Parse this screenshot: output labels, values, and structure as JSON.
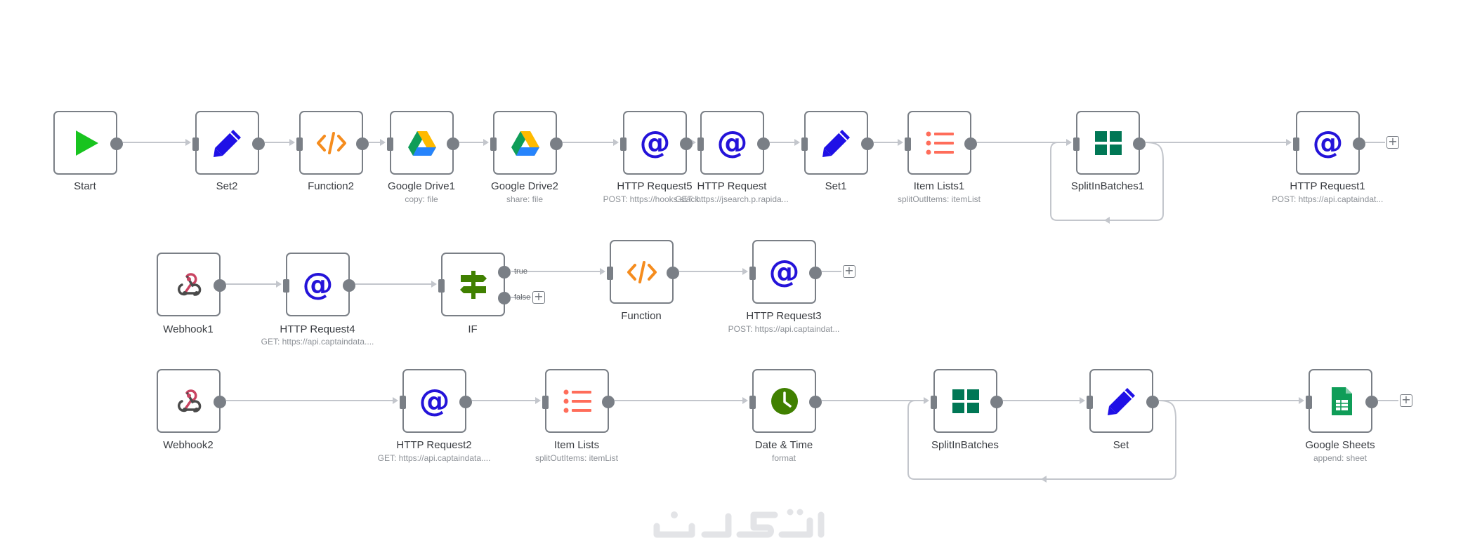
{
  "rows": [
    {
      "nodes": [
        {
          "id": "start",
          "label": "Start",
          "sub": "",
          "icon": "play-icon",
          "color": "#18c41f"
        },
        {
          "id": "set2",
          "label": "Set2",
          "sub": "",
          "icon": "pencil-icon",
          "color": "#1f10e6"
        },
        {
          "id": "function2",
          "label": "Function2",
          "sub": "",
          "icon": "code-icon",
          "color": "#f58c1e"
        },
        {
          "id": "gdrive1",
          "label": "Google Drive1",
          "sub": "copy: file",
          "icon": "google-drive-icon",
          "color": "#2684fc"
        },
        {
          "id": "gdrive2",
          "label": "Google Drive2",
          "sub": "share: file",
          "icon": "google-drive-icon",
          "color": "#2684fc"
        },
        {
          "id": "http5",
          "label": "HTTP Request5",
          "sub": "POST: https://hooks.slack...",
          "icon": "at-icon",
          "color": "#2413d9"
        },
        {
          "id": "http",
          "label": "HTTP Request",
          "sub": "GET: https://jsearch.p.rapida...",
          "icon": "at-icon",
          "color": "#2413d9"
        },
        {
          "id": "set1",
          "label": "Set1",
          "sub": "",
          "icon": "pencil-icon",
          "color": "#1f10e6"
        },
        {
          "id": "itemlists1",
          "label": "Item Lists1",
          "sub": "splitOutItems: itemList",
          "icon": "list-icon",
          "color": "#ff6d5a"
        },
        {
          "id": "splitbatches1",
          "label": "SplitInBatches1",
          "sub": "",
          "icon": "grid-icon",
          "color": "#007755"
        },
        {
          "id": "http1",
          "label": "HTTP Request1",
          "sub": "POST: https://api.captaindat...",
          "icon": "at-icon",
          "color": "#2413d9"
        }
      ]
    },
    {
      "nodes": [
        {
          "id": "webhook1",
          "label": "Webhook1",
          "sub": "",
          "icon": "webhook-icon",
          "color": "#c94462"
        },
        {
          "id": "http4",
          "label": "HTTP Request4",
          "sub": "GET: https://api.captaindata....",
          "icon": "at-icon",
          "color": "#2413d9"
        },
        {
          "id": "if",
          "label": "IF",
          "sub": "",
          "icon": "signpost-icon",
          "color": "#408000",
          "true_label": "true",
          "false_label": "false"
        },
        {
          "id": "function",
          "label": "Function",
          "sub": "",
          "icon": "code-icon",
          "color": "#f58c1e"
        },
        {
          "id": "http3",
          "label": "HTTP Request3",
          "sub": "POST: https://api.captaindat...",
          "icon": "at-icon",
          "color": "#2413d9"
        }
      ]
    },
    {
      "nodes": [
        {
          "id": "webhook2",
          "label": "Webhook2",
          "sub": "",
          "icon": "webhook-icon",
          "color": "#c94462"
        },
        {
          "id": "http2",
          "label": "HTTP Request2",
          "sub": "GET: https://api.captaindata....",
          "icon": "at-icon",
          "color": "#2413d9"
        },
        {
          "id": "itemlists",
          "label": "Item Lists",
          "sub": "splitOutItems: itemList",
          "icon": "list-icon",
          "color": "#ff6d5a"
        },
        {
          "id": "datetime",
          "label": "Date & Time",
          "sub": "format",
          "icon": "clock-icon",
          "color": "#408000"
        },
        {
          "id": "splitbatches",
          "label": "SplitInBatches",
          "sub": "",
          "icon": "grid-icon",
          "color": "#007755"
        },
        {
          "id": "set",
          "label": "Set",
          "sub": "",
          "icon": "pencil-icon",
          "color": "#1f10e6"
        },
        {
          "id": "gsheets",
          "label": "Google Sheets",
          "sub": "append: sheet",
          "icon": "google-sheets-icon",
          "color": "#0f9d58"
        }
      ]
    }
  ],
  "add_button_symbol": "+",
  "colors": {
    "edge": "#c3c6cc",
    "port": "#7a7f86",
    "border": "#7a7f86",
    "watermark": "#e3e4e7"
  }
}
